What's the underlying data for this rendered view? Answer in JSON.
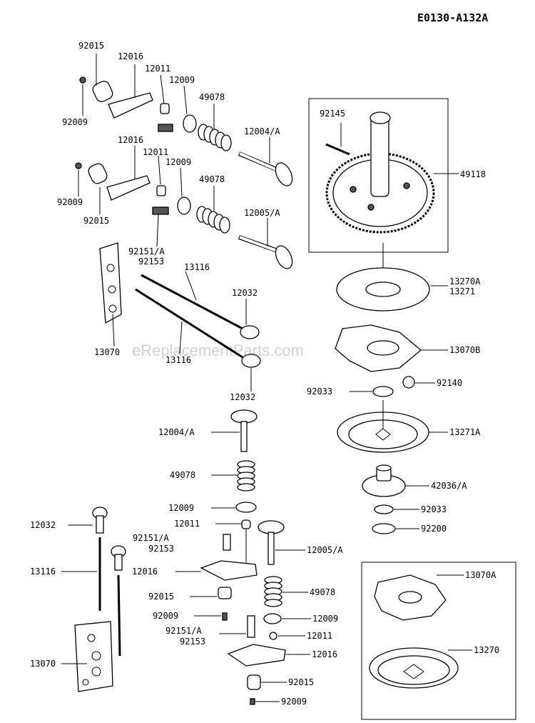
{
  "diagram_code": "E0130-A132A",
  "watermark": "eReplacementParts.com",
  "labels": {
    "l_92015_a": "92015",
    "l_12016_a": "12016",
    "l_12011_a": "12011",
    "l_12009_a": "12009",
    "l_49078_a": "49078",
    "l_92009_a": "92009",
    "l_12004a_a": "12004/A",
    "l_12016_b": "12016",
    "l_12011_b": "12011",
    "l_12009_b": "12009",
    "l_49078_b": "49078",
    "l_92009_b": "92009",
    "l_92015_b": "92015",
    "l_12005a_a": "12005/A",
    "l_92151a_a": "92151/A",
    "l_92153_a": "92153",
    "l_13116_a": "13116",
    "l_12032_a": "12032",
    "l_13070_a": "13070",
    "l_13116_b": "13116",
    "l_12032_b": "12032",
    "l_92145": "92145",
    "l_49118": "49118",
    "l_13270a": "13270A",
    "l_13271": "13271",
    "l_13070b": "13070B",
    "l_92140": "92140",
    "l_92033_a": "92033",
    "l_13271a": "13271A",
    "l_42036a": "42036/A",
    "l_92033_b": "92033",
    "l_92200": "92200",
    "l_12004a_b": "12004/A",
    "l_49078_c": "49078",
    "l_12009_c": "12009",
    "l_12011_c": "12011",
    "l_92151a_b": "92151/A",
    "l_92153_b": "92153",
    "l_12016_c": "12016",
    "l_92015_c": "92015",
    "l_92009_c": "92009",
    "l_12005a_b": "12005/A",
    "l_49078_d": "49078",
    "l_12009_d": "12009",
    "l_92151a_c": "92151/A",
    "l_92153_c": "92153",
    "l_12011_d": "12011",
    "l_12016_d": "12016",
    "l_92015_d": "92015",
    "l_92009_d": "92009",
    "l_12032_c": "12032",
    "l_13116_c": "13116",
    "l_13070_b": "13070",
    "l_13070a": "13070A",
    "l_13270": "13270"
  }
}
